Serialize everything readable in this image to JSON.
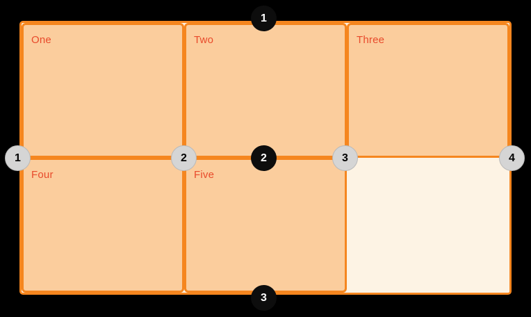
{
  "grid": {
    "cells": [
      {
        "label": "One"
      },
      {
        "label": "Two"
      },
      {
        "label": "Three"
      },
      {
        "label": "Four"
      },
      {
        "label": "Five"
      },
      {
        "label": ""
      }
    ]
  },
  "badges": {
    "row_lines": [
      "1",
      "2",
      "3"
    ],
    "column_lines": [
      "1",
      "2",
      "3",
      "4"
    ]
  },
  "colors": {
    "page_background": "#000000",
    "container_fill": "#fdf3e4",
    "cell_fill": "#fbcd9d",
    "grid_border": "#f5861f",
    "label_text": "#e84a2b",
    "row_badge_fill": "#0d0d0d",
    "row_badge_text": "#ffffff",
    "column_badge_fill": "#d5d5d5",
    "column_badge_text": "#000000"
  }
}
